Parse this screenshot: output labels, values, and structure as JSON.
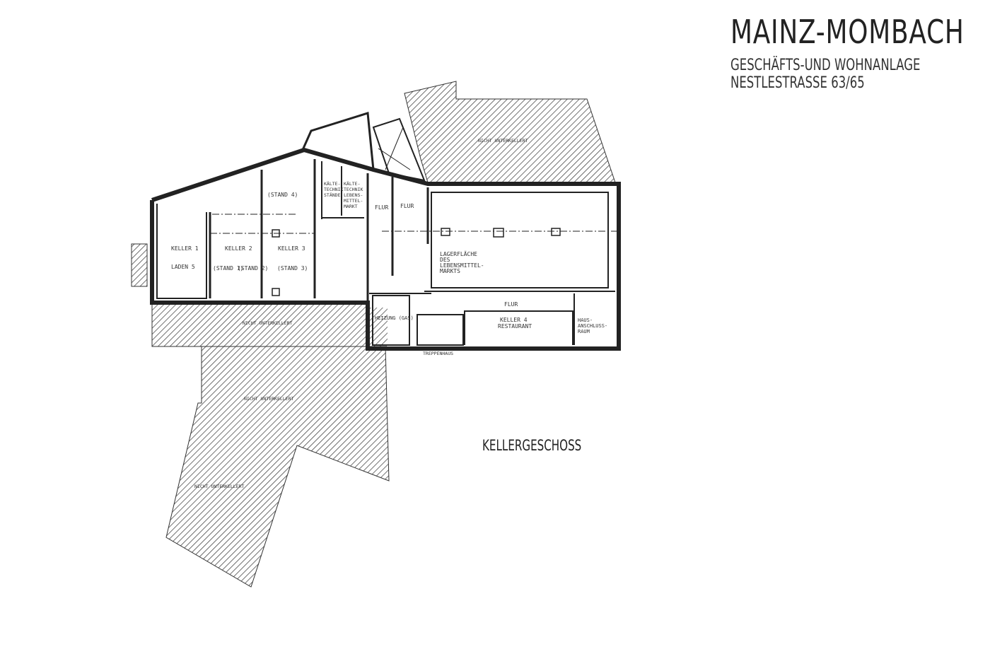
{
  "header": {
    "title": "MAINZ-MOMBACH",
    "subtitle": "GESCHÄFTS-UND WOHNANLAGE",
    "address": "NESTLESTRASSE 63/65"
  },
  "floor_label": "KELLERGESCHOSS",
  "rooms": {
    "keller1": "KELLER 1",
    "laden5": "LADEN 5",
    "keller2": "KELLER 2",
    "stand1": "(STAND 1)",
    "stand2": "(STAND 2)",
    "keller3": "KELLER 3",
    "stand3": "(STAND 3)",
    "stand4": "(STAND 4)",
    "kaelte1a": "KÄLTE-",
    "kaelte1b": "TECHNIK",
    "kaelte1c": "STÄNDE",
    "kaelte2a": "KÄLTE-",
    "kaelte2b": "TECHNIK",
    "kaelte2c": "LEBENS-",
    "kaelte2d": "MITTEL-",
    "kaelte2e": "MARKT",
    "flur1": "FLUR",
    "flur2": "FLUR",
    "flur3": "FLUR",
    "lager1": "LAGERFLÄCHE",
    "lager2": "DES",
    "lager3": "LEBENSMITTEL-",
    "lager4": "MARKTS",
    "keller4": "KELLER 4",
    "restaurant": "RESTAURANT",
    "haus1": "HAUS-",
    "haus2": "ANSCHLUSS-",
    "haus3": "RAUM",
    "heizung": "HEIZUNG (GAS)",
    "treppenhaus": "TREPPENHAUS"
  },
  "unexcavated_label": "NICHT UNTERKELLERT",
  "colors": {
    "ink": "#222222",
    "hatch": "#333333",
    "paper": "#ffffff"
  }
}
